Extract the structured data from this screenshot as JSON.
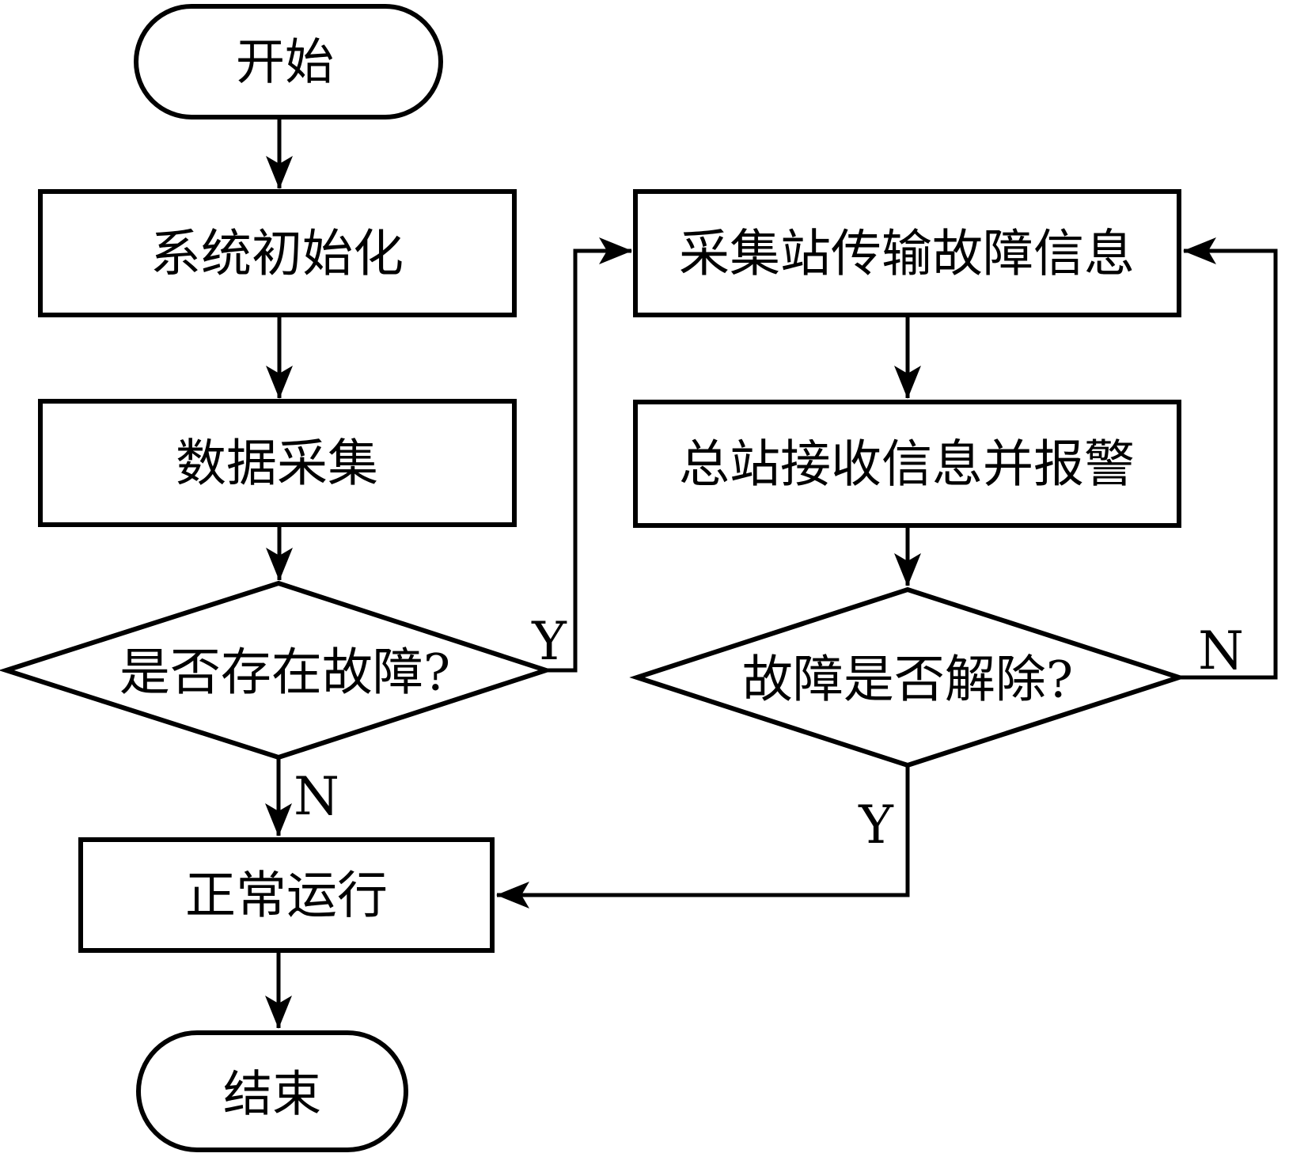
{
  "diagram": {
    "title": "fault-monitoring-flowchart",
    "colors": {
      "stroke": "#000000",
      "background": "#ffffff"
    },
    "nodes": {
      "start": {
        "type": "terminal",
        "label": "开始"
      },
      "init": {
        "type": "process",
        "label": "系统初始化"
      },
      "collect": {
        "type": "process",
        "label": "数据采集"
      },
      "fault_check": {
        "type": "decision",
        "label": "是否存在故障?"
      },
      "transmit": {
        "type": "process",
        "label": "采集站传输故障信息"
      },
      "receive": {
        "type": "process",
        "label": "总站接收信息并报警"
      },
      "clear_check": {
        "type": "decision",
        "label": "故障是否解除?"
      },
      "normal": {
        "type": "process",
        "label": "正常运行"
      },
      "end": {
        "type": "terminal",
        "label": "结束"
      }
    },
    "edge_labels": {
      "fault_yes": "Y",
      "fault_no": "N",
      "clear_no": "N",
      "clear_yes": "Y"
    }
  }
}
